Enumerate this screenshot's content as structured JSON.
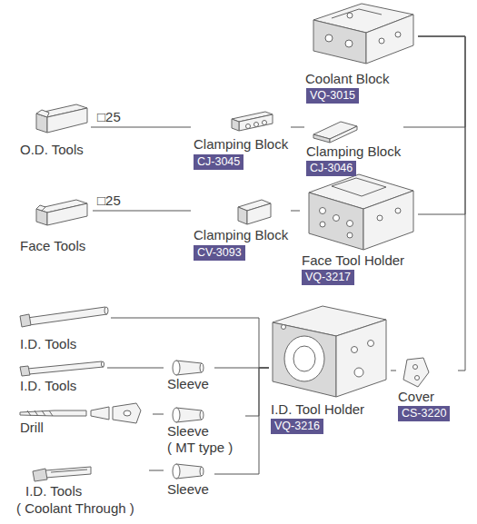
{
  "diagram": {
    "nodes": [
      {
        "text": [
          "Coolant Block",
          "VQ-3015"
        ]
      },
      {
        "text": [
          "O.D. Tools"
        ]
      },
      {
        "text": [
          "Clamping Block",
          "CJ-3045"
        ]
      },
      {
        "text": [
          "Clamping Block",
          "CJ-3046"
        ]
      },
      {
        "text": [
          "Face Tools"
        ]
      },
      {
        "text": [
          "Clamping Block",
          "CV-3093"
        ]
      },
      {
        "text": [
          "Face Tool Holder",
          "VQ-3217"
        ]
      },
      {
        "text": [
          "I.D. Tools"
        ]
      },
      {
        "text": [
          "I.D. Tools"
        ]
      },
      {
        "text": [
          "Sleeve"
        ]
      },
      {
        "text": [
          "Drill"
        ]
      },
      {
        "text": [
          "Sleeve",
          "( MT type )"
        ]
      },
      {
        "text": [
          "I.D. Tools",
          "( Coolant Through )"
        ]
      },
      {
        "text": [
          "Sleeve"
        ]
      },
      {
        "text": [
          "I.D. Tool Holder",
          "VQ-3216"
        ]
      },
      {
        "text": [
          "Cover",
          "CS-3220"
        ]
      }
    ],
    "edges": [
      {
        "from": 1,
        "to": 2,
        "label": "□25",
        "arrow": "none"
      },
      {
        "from": 2,
        "to": 3,
        "arrow": "none"
      },
      {
        "from": 4,
        "to": 5,
        "label": "□25",
        "arrow": "none"
      },
      {
        "from": 5,
        "to": 6,
        "arrow": "none"
      },
      {
        "from": 0,
        "to": 3,
        "arrow": "none"
      },
      {
        "from": 0,
        "to": 6,
        "arrow": "none"
      },
      {
        "from": 0,
        "to": 15,
        "arrow": "none"
      },
      {
        "from": 14,
        "to": 15,
        "arrow": "none"
      },
      {
        "from": 7,
        "to": 14,
        "arrow": "none"
      },
      {
        "from": 8,
        "to": 9,
        "arrow": "none"
      },
      {
        "from": 9,
        "to": 14,
        "arrow": "none"
      },
      {
        "from": 10,
        "to": 11,
        "arrow": "none"
      },
      {
        "from": 11,
        "to": 14,
        "arrow": "none"
      },
      {
        "from": 12,
        "to": 13,
        "arrow": "none"
      },
      {
        "from": 13,
        "to": 14,
        "arrow": "none"
      }
    ]
  }
}
